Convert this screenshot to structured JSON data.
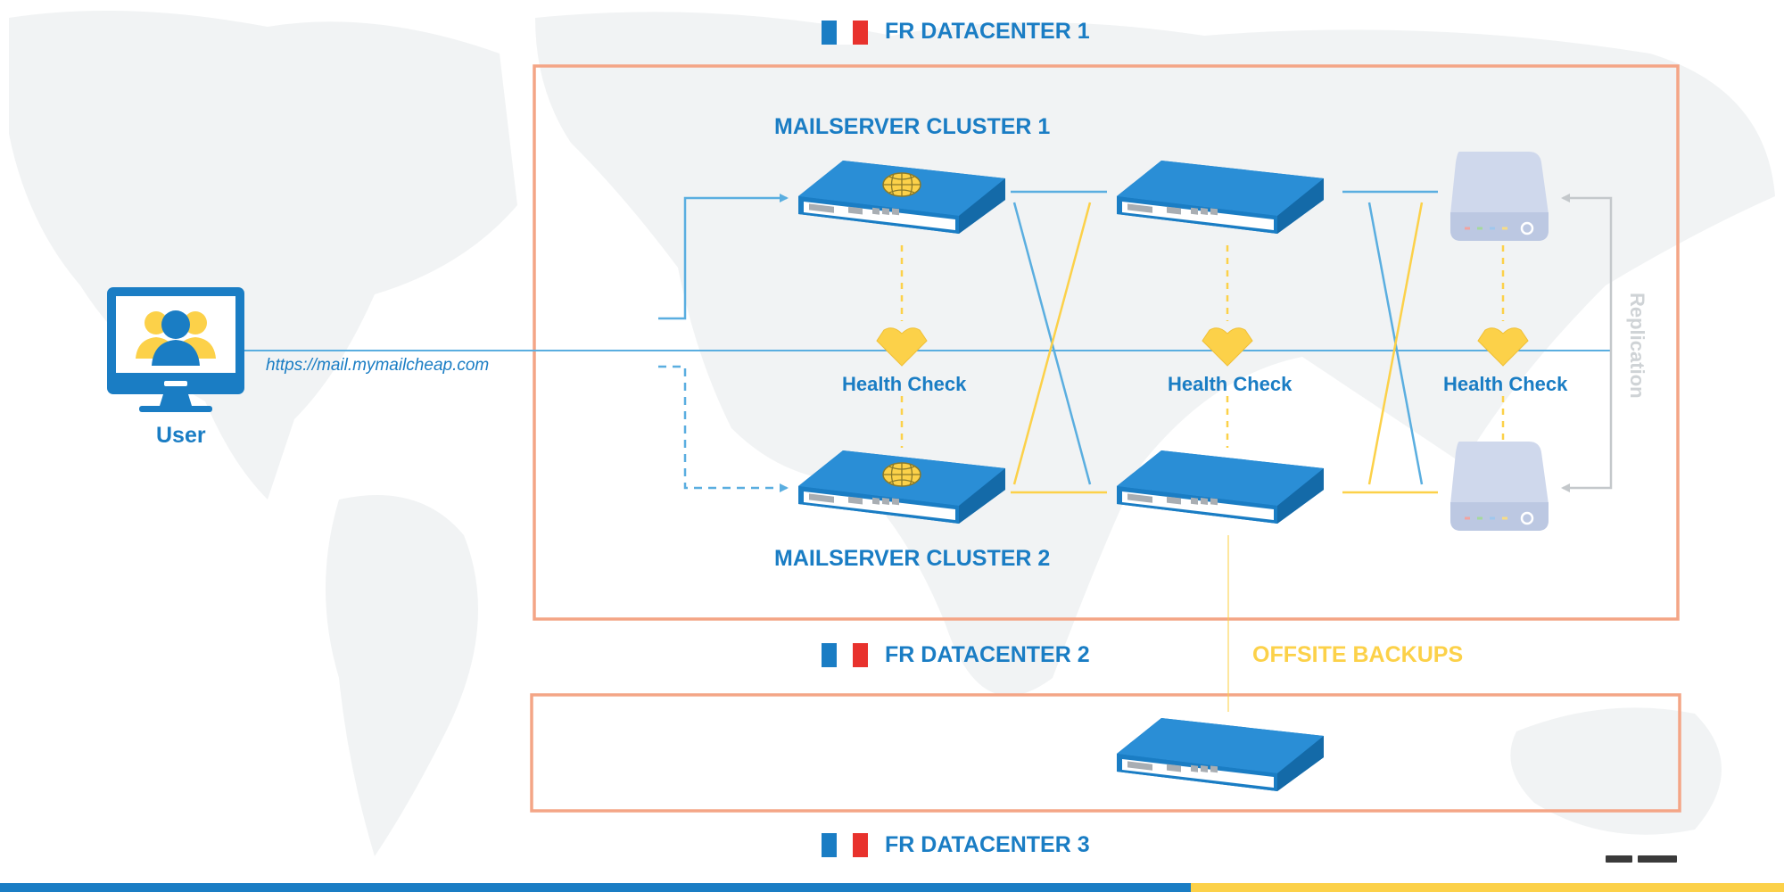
{
  "datacenters": [
    {
      "label": "FR DATACENTER 1"
    },
    {
      "label": "FR DATACENTER 2"
    },
    {
      "label": "FR DATACENTER 3"
    }
  ],
  "clusters": [
    {
      "label": "MAILSERVER CLUSTER 1"
    },
    {
      "label": "MAILSERVER CLUSTER 2"
    }
  ],
  "health_checks": [
    "Health Check",
    "Health Check",
    "Health Check"
  ],
  "user": {
    "label": "User"
  },
  "url": "https://mail.mymailcheap.com",
  "offsite_backups": {
    "label": "OFFSITE BACKUPS"
  },
  "replication": {
    "label": "Replication"
  },
  "colors": {
    "primary_blue": "#1a7dc4",
    "line_blue": "#5aaee0",
    "accent_yellow": "#fcd149",
    "datacenter_border": "#f4a586",
    "storage_gray": "#c9d3e8",
    "replication_gray": "#cfd3d6",
    "flag_red": "#e8322d"
  },
  "icons": [
    "user-monitor-icon",
    "globe-icon",
    "server-icon",
    "storage-drive-icon",
    "heart-icon",
    "france-flag-icon"
  ]
}
